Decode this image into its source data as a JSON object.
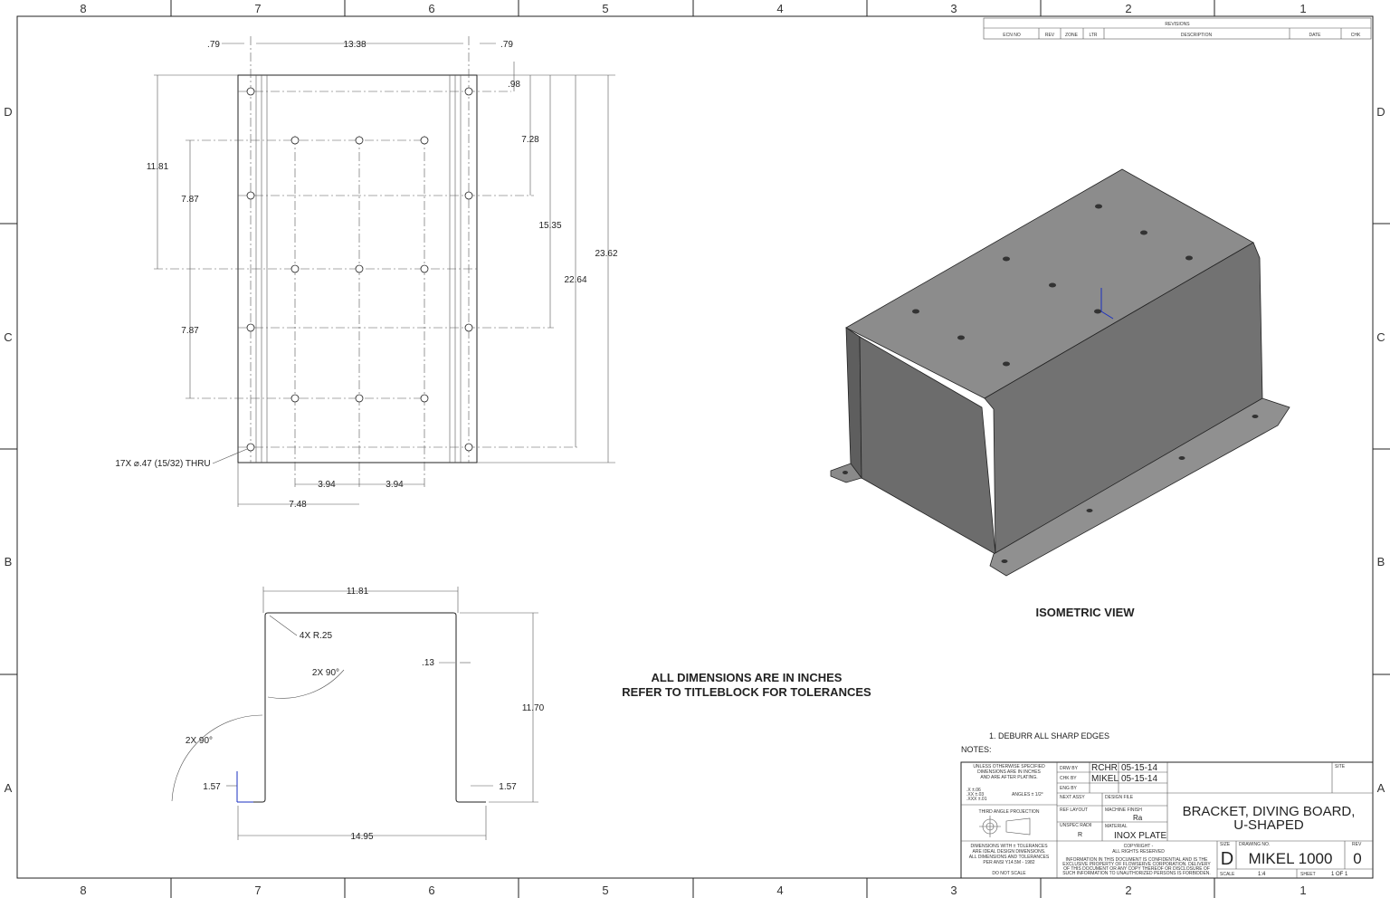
{
  "zones": {
    "columns": [
      "8",
      "7",
      "6",
      "5",
      "4",
      "3",
      "2",
      "1"
    ],
    "rows": [
      "D",
      "C",
      "B",
      "A"
    ]
  },
  "revisions": {
    "title": "REVISIONS",
    "headers": [
      "ECN NO",
      "REV",
      "ZONE",
      "LTR",
      "DESCRIPTION",
      "DATE",
      "CHK"
    ]
  },
  "top_view": {
    "dims": {
      "left_margin": ".79",
      "width": "13.38",
      "right_margin": ".79",
      "top_offset": ".98",
      "d_7_28": "7.28",
      "d_11_81": "11.81",
      "d_7_87a": "7.87",
      "d_7_87b": "7.87",
      "d_15_35": "15.35",
      "d_22_64": "22.64",
      "d_23_62": "23.62",
      "d_3_94a": "3.94",
      "d_3_94b": "3.94",
      "d_7_48": "7.48"
    },
    "hole_callout": "17X ⌀.47 (15/32) THRU"
  },
  "section_view": {
    "dims": {
      "top_width": "11.81",
      "radius": "4X R.25",
      "angle_inner": "2X 90°",
      "thickness": ".13",
      "angle_outer": "2X 90°",
      "height": "11.70",
      "flange_left": "1.57",
      "flange_right": "1.57",
      "overall": "14.95"
    }
  },
  "isometric": {
    "label": "ISOMETRIC VIEW",
    "color": "#7a7a7a"
  },
  "general_note": [
    "ALL DIMENSIONS ARE IN INCHES",
    "REFER TO TITLEBLOCK FOR TOLERANCES"
  ],
  "notes": {
    "title": "NOTES:",
    "items": [
      "1.  DEBURR ALL SHARP EDGES"
    ]
  },
  "title_block": {
    "tolerance_header": [
      "UNLESS OTHERWISE SPECIFIED",
      "DIMENSIONS ARE IN INCHES",
      "AND ARE AFTER PLATING."
    ],
    "tolerances": [
      ".X    ±.06",
      ".XX   ±.03",
      ".XXX  ±.01"
    ],
    "angles": "ANGLES ± 1/2°",
    "projection": "THIRD ANGLE PROJECTION",
    "ansi": [
      "DIMENSIONS WITH ± TOLERANCES",
      "ARE IDEAL DESIGN DIMENSIONS.",
      "ALL DIMENSIONS AND TOLERANCES",
      "PER ANSI Y14.5M - 1982"
    ],
    "do_not_scale": "DO NOT SCALE",
    "drw_by_label": "DRW BY",
    "drw_by": "RCHR",
    "drw_date": "05-15-14",
    "chk_by_label": "CHK BY",
    "chk_by": "MIKEL",
    "chk_date": "05-15-14",
    "eng_by_label": "ENG BY",
    "next_assy_label": "NEXT ASSY",
    "design_file_label": "DESIGN FILE",
    "ref_layout_label": "REF LAYOUT",
    "machine_finish_label": "MACHINE FINISH",
    "machine_finish": "Ra",
    "unspec_radii_label": "UNSPEC RADII",
    "unspec_radii": "R",
    "material_label": "MATERIAL",
    "material": "INOX PLATE",
    "copyright": [
      "COPYRIGHT -",
      "ALL RIGHTS RESERVED"
    ],
    "confidential": [
      "INFORMATION IN THIS DOCUMENT IS CONFIDENTIAL AND IS THE",
      "EXCLUSIVE PROPERTY OF FLOWSERVE CORPORATION. DELIVERY",
      "OF THIS DOCUMENT OR ANY COPY THEREOF OR DISCLOSURE OF",
      "SUCH INFORMATION TO UNAUTHORIZED PERSONS IS FORBIDDEN."
    ],
    "site_label": "SITE",
    "title": [
      "BRACKET, DIVING BOARD,",
      "U-SHAPED"
    ],
    "size_label": "SIZE",
    "size": "D",
    "drawing_no_label": "DRAWING NO.",
    "drawing_no": "MIKEL 1000",
    "rev_label": "REV",
    "rev": "0",
    "scale_label": "SCALE",
    "scale": "1:4",
    "sheet_label": "SHEET",
    "sheet": "1 OF 1"
  }
}
